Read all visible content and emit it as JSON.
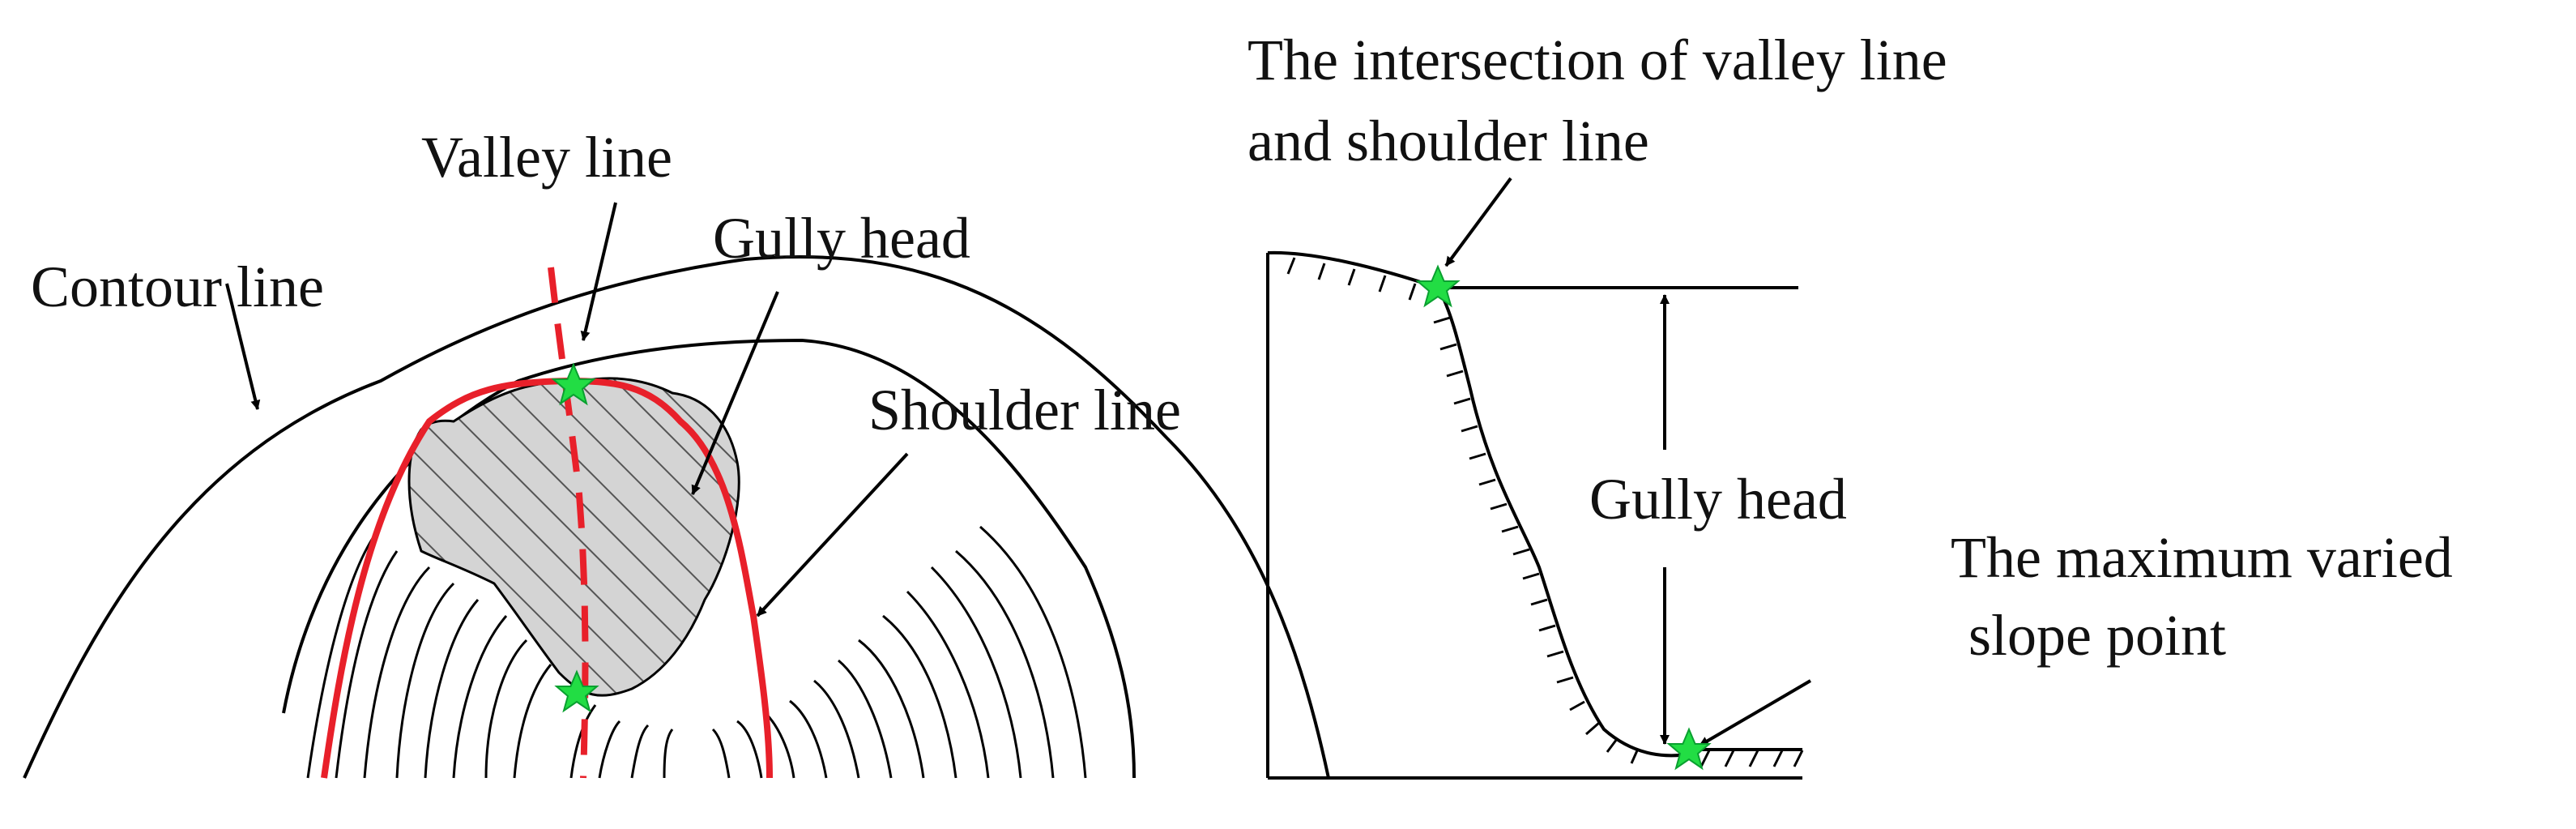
{
  "left_panel": {
    "labels": {
      "valley_line": "Valley line",
      "gully_head": "Gully head",
      "contour_line": "Contour line",
      "shoulder_line": "Shoulder line"
    }
  },
  "right_panel": {
    "labels": {
      "intersection_line1": "The intersection of valley line",
      "intersection_line2": "and shoulder line",
      "gully_head": "Gully head",
      "max_slope_line1": "The maximum varied",
      "max_slope_line2": "slope point"
    }
  },
  "colors": {
    "line": "#000000",
    "valley_line": "#e8202a",
    "shoulder_line": "#e8202a",
    "marker": "#22dd44",
    "gully_fill": "#d4d4d4"
  },
  "icons": {
    "marker": "star-icon",
    "pointer": "arrow-icon"
  }
}
